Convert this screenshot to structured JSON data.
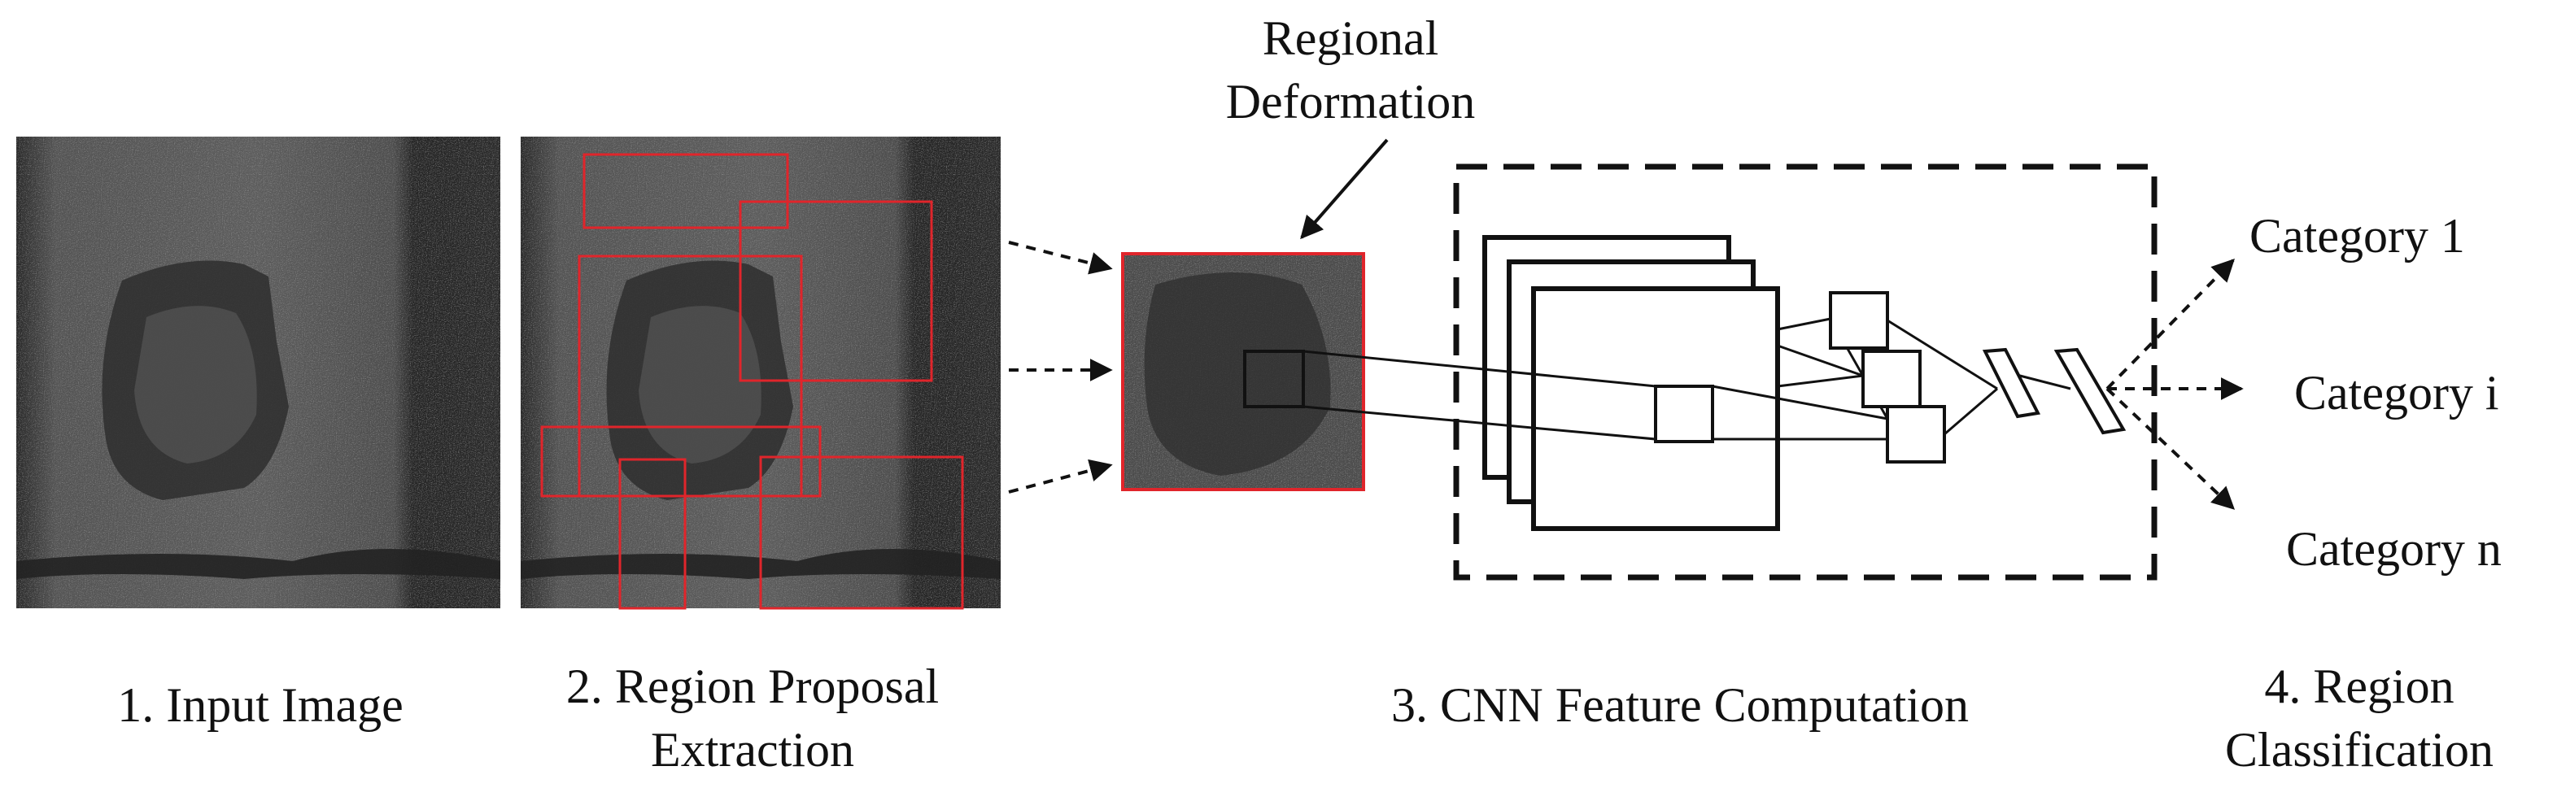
{
  "diagram": {
    "stages": [
      {
        "label": "1. Input Image"
      },
      {
        "label": "2. Region Proposal Extraction",
        "line1": "2. Region Proposal",
        "line2": "Extraction"
      },
      {
        "label": "3. CNN Feature Computation"
      },
      {
        "label": "4. Region Classification",
        "line1": "4. Region",
        "line2": "Classification"
      }
    ],
    "warp_label": {
      "line1": "Regional",
      "line2": "Deformation"
    },
    "categories": [
      "Category 1",
      "Category i",
      "Category n"
    ],
    "colors": {
      "proposal_box": "#e0252b",
      "line": "#111111",
      "image_base": "#4a4a4a"
    },
    "icons": [
      "grayscale-image",
      "dashed-arrow",
      "solid-arrow",
      "dashed-box",
      "feature-map-stack"
    ]
  }
}
